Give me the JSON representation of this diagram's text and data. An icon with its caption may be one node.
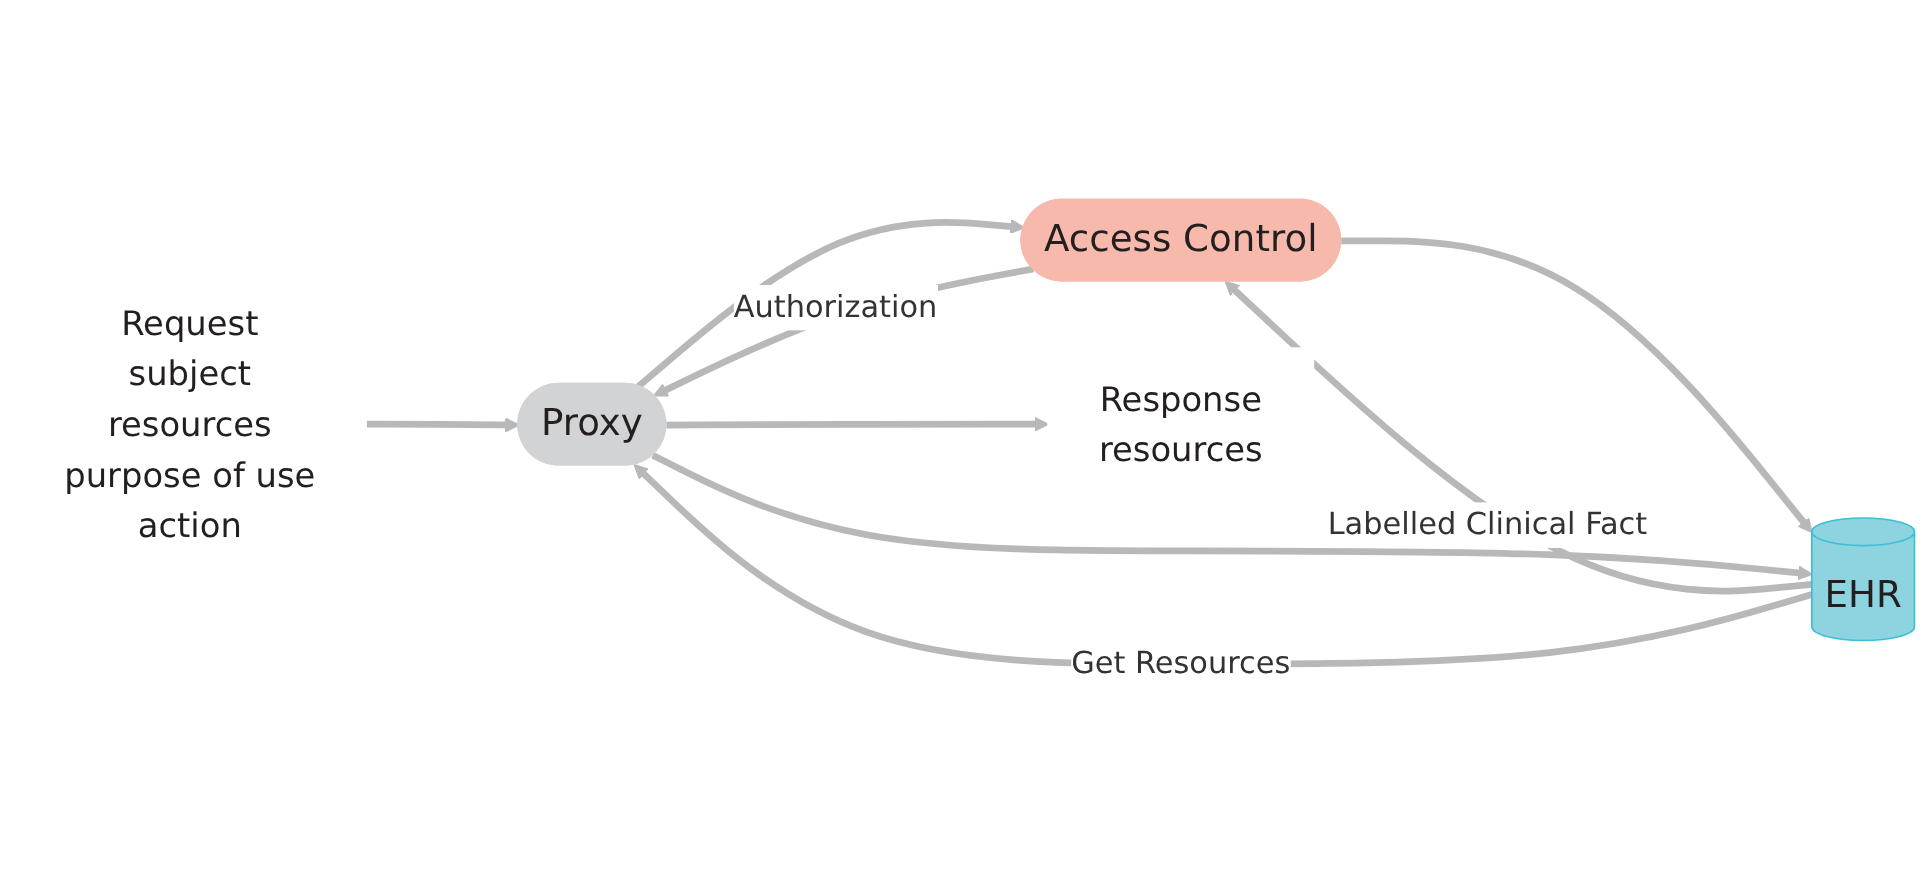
{
  "diagram": {
    "nodes": [
      {
        "text": [
          "Request",
          "subject",
          "resources",
          "purpose of use",
          "action"
        ]
      },
      {
        "text": [
          "Proxy"
        ]
      },
      {
        "text": [
          "Access Control"
        ]
      },
      {
        "text": [
          "EHR"
        ]
      },
      {
        "text": [
          "Response",
          "resources"
        ]
      }
    ],
    "edges": [
      {
        "from": 0,
        "to": 1,
        "arrow": "to"
      },
      {
        "from": 1,
        "to": 2,
        "arrow": "to"
      },
      {
        "from": 2,
        "to": 1,
        "arrow": "to",
        "label": "Authorization"
      },
      {
        "from": 2,
        "to": 3,
        "arrow": "to"
      },
      {
        "from": 3,
        "to": 2,
        "arrow": "to",
        "label": "Labelled Clinical Fact"
      },
      {
        "from": 1,
        "to": 3,
        "arrow": "to"
      },
      {
        "from": 3,
        "to": 1,
        "arrow": "to",
        "label": "Get Resources"
      },
      {
        "from": 1,
        "to": 4,
        "arrow": "to"
      }
    ]
  }
}
